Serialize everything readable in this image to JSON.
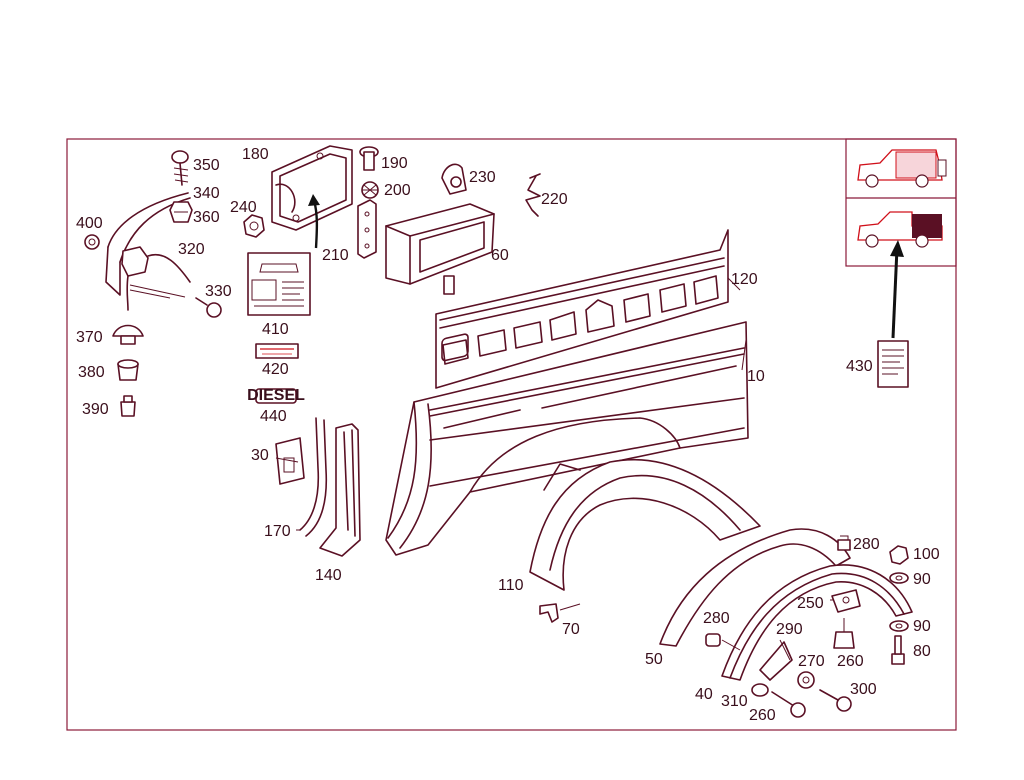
{
  "diagram": {
    "callouts": [
      {
        "id": "c350",
        "text": "350"
      },
      {
        "id": "c340",
        "text": "340"
      },
      {
        "id": "c360",
        "text": "360"
      },
      {
        "id": "c400",
        "text": "400"
      },
      {
        "id": "c320",
        "text": "320"
      },
      {
        "id": "c330",
        "text": "330"
      },
      {
        "id": "c370",
        "text": "370"
      },
      {
        "id": "c380",
        "text": "380"
      },
      {
        "id": "c390",
        "text": "390"
      },
      {
        "id": "c180",
        "text": "180"
      },
      {
        "id": "c240",
        "text": "240"
      },
      {
        "id": "c410",
        "text": "410"
      },
      {
        "id": "c420",
        "text": "420"
      },
      {
        "id": "c440",
        "text": "440"
      },
      {
        "id": "c190",
        "text": "190"
      },
      {
        "id": "c200",
        "text": "200"
      },
      {
        "id": "c210",
        "text": "210"
      },
      {
        "id": "c230",
        "text": "230"
      },
      {
        "id": "c220",
        "text": "220"
      },
      {
        "id": "c60",
        "text": "60"
      },
      {
        "id": "c120",
        "text": "120"
      },
      {
        "id": "c10",
        "text": "10"
      },
      {
        "id": "c430",
        "text": "430"
      },
      {
        "id": "c30",
        "text": "30"
      },
      {
        "id": "c170",
        "text": "170"
      },
      {
        "id": "c140",
        "text": "140"
      },
      {
        "id": "c110",
        "text": "110"
      },
      {
        "id": "c70",
        "text": "70"
      },
      {
        "id": "c50",
        "text": "50"
      },
      {
        "id": "c280a",
        "text": "280"
      },
      {
        "id": "c100",
        "text": "100"
      },
      {
        "id": "c90a",
        "text": "90"
      },
      {
        "id": "c250",
        "text": "250"
      },
      {
        "id": "c90b",
        "text": "90"
      },
      {
        "id": "c280b",
        "text": "280"
      },
      {
        "id": "c290",
        "text": "290"
      },
      {
        "id": "c270",
        "text": "270"
      },
      {
        "id": "c260a",
        "text": "260"
      },
      {
        "id": "c80",
        "text": "80"
      },
      {
        "id": "c40",
        "text": "40"
      },
      {
        "id": "c310",
        "text": "310"
      },
      {
        "id": "c260b",
        "text": "260"
      },
      {
        "id": "c300",
        "text": "300"
      }
    ],
    "decal_diesel": "DIESEL"
  },
  "colors": {
    "line": "#5a1024",
    "border": "#8b1a3a",
    "label": "#3a0f1c",
    "highlight": "#d0101a",
    "background": "#ffffff"
  }
}
